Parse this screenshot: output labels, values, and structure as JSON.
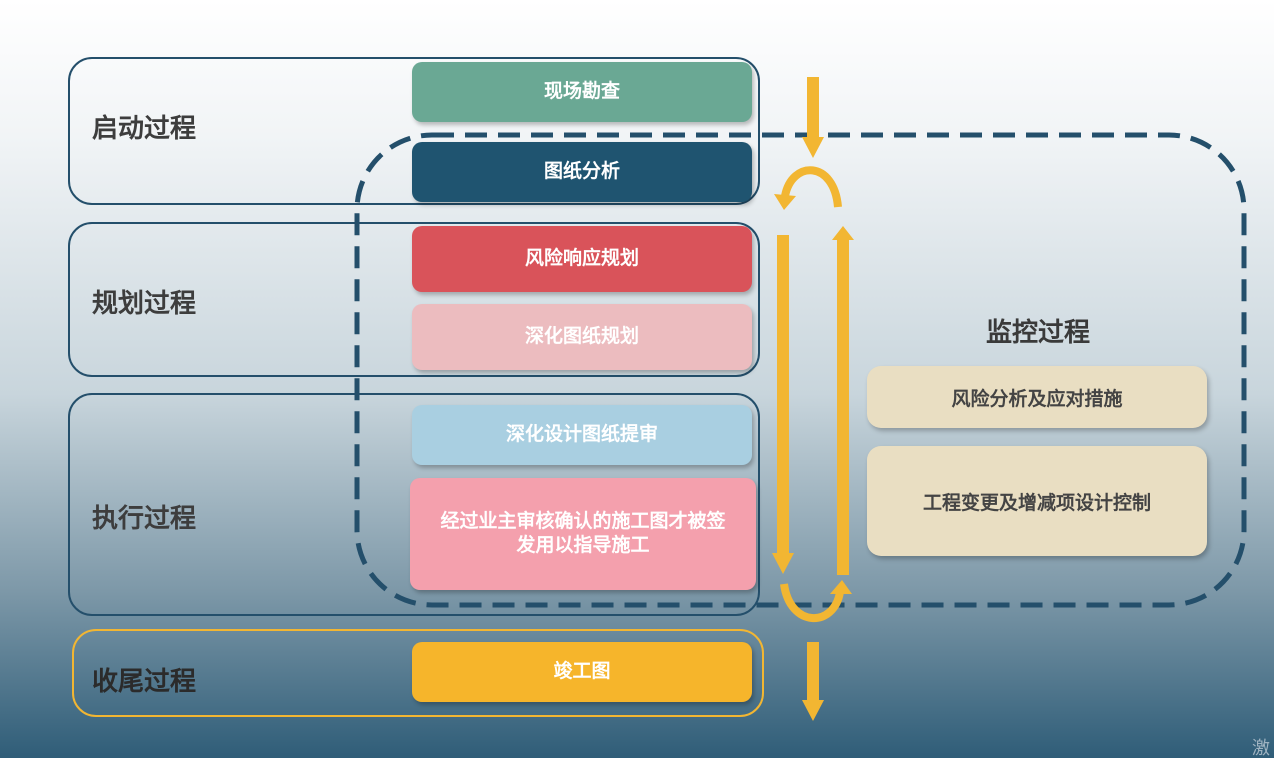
{
  "phases": {
    "initiation": "启动过程",
    "planning": "规划过程",
    "execution": "执行过程",
    "closing": "收尾过程",
    "monitoring": "监控过程"
  },
  "steps": {
    "site_survey": "现场勘查",
    "drawing_analysis": "图纸分析",
    "risk_response_planning": "风险响应规划",
    "detailed_drawing_planning": "深化图纸规划",
    "detailed_design_submission": "深化设计图纸提审",
    "owner_confirmed_issue": "经过业主审核确认的施工图才被签发用以指导施工",
    "as_built_drawing": "竣工图"
  },
  "monitoring_steps": {
    "risk_analysis": "风险分析及应对措施",
    "change_control": "工程变更及增减项设计控制"
  },
  "corner_mark": "激",
  "colors": {
    "phase_border": "#244f6b",
    "closing_border": "#f2b632",
    "arrow": "#f2b632",
    "site_survey": "#6aa894",
    "drawing_analysis": "#1f5470",
    "risk_response_planning": "#d9535a",
    "detailed_drawing_planning": "#ecbcbf",
    "detailed_design_submission": "#a9cfe1",
    "owner_confirmed_issue": "#f4a0ad",
    "as_built_drawing": "#f6b52b",
    "monitoring_step": "#e9dec2"
  }
}
